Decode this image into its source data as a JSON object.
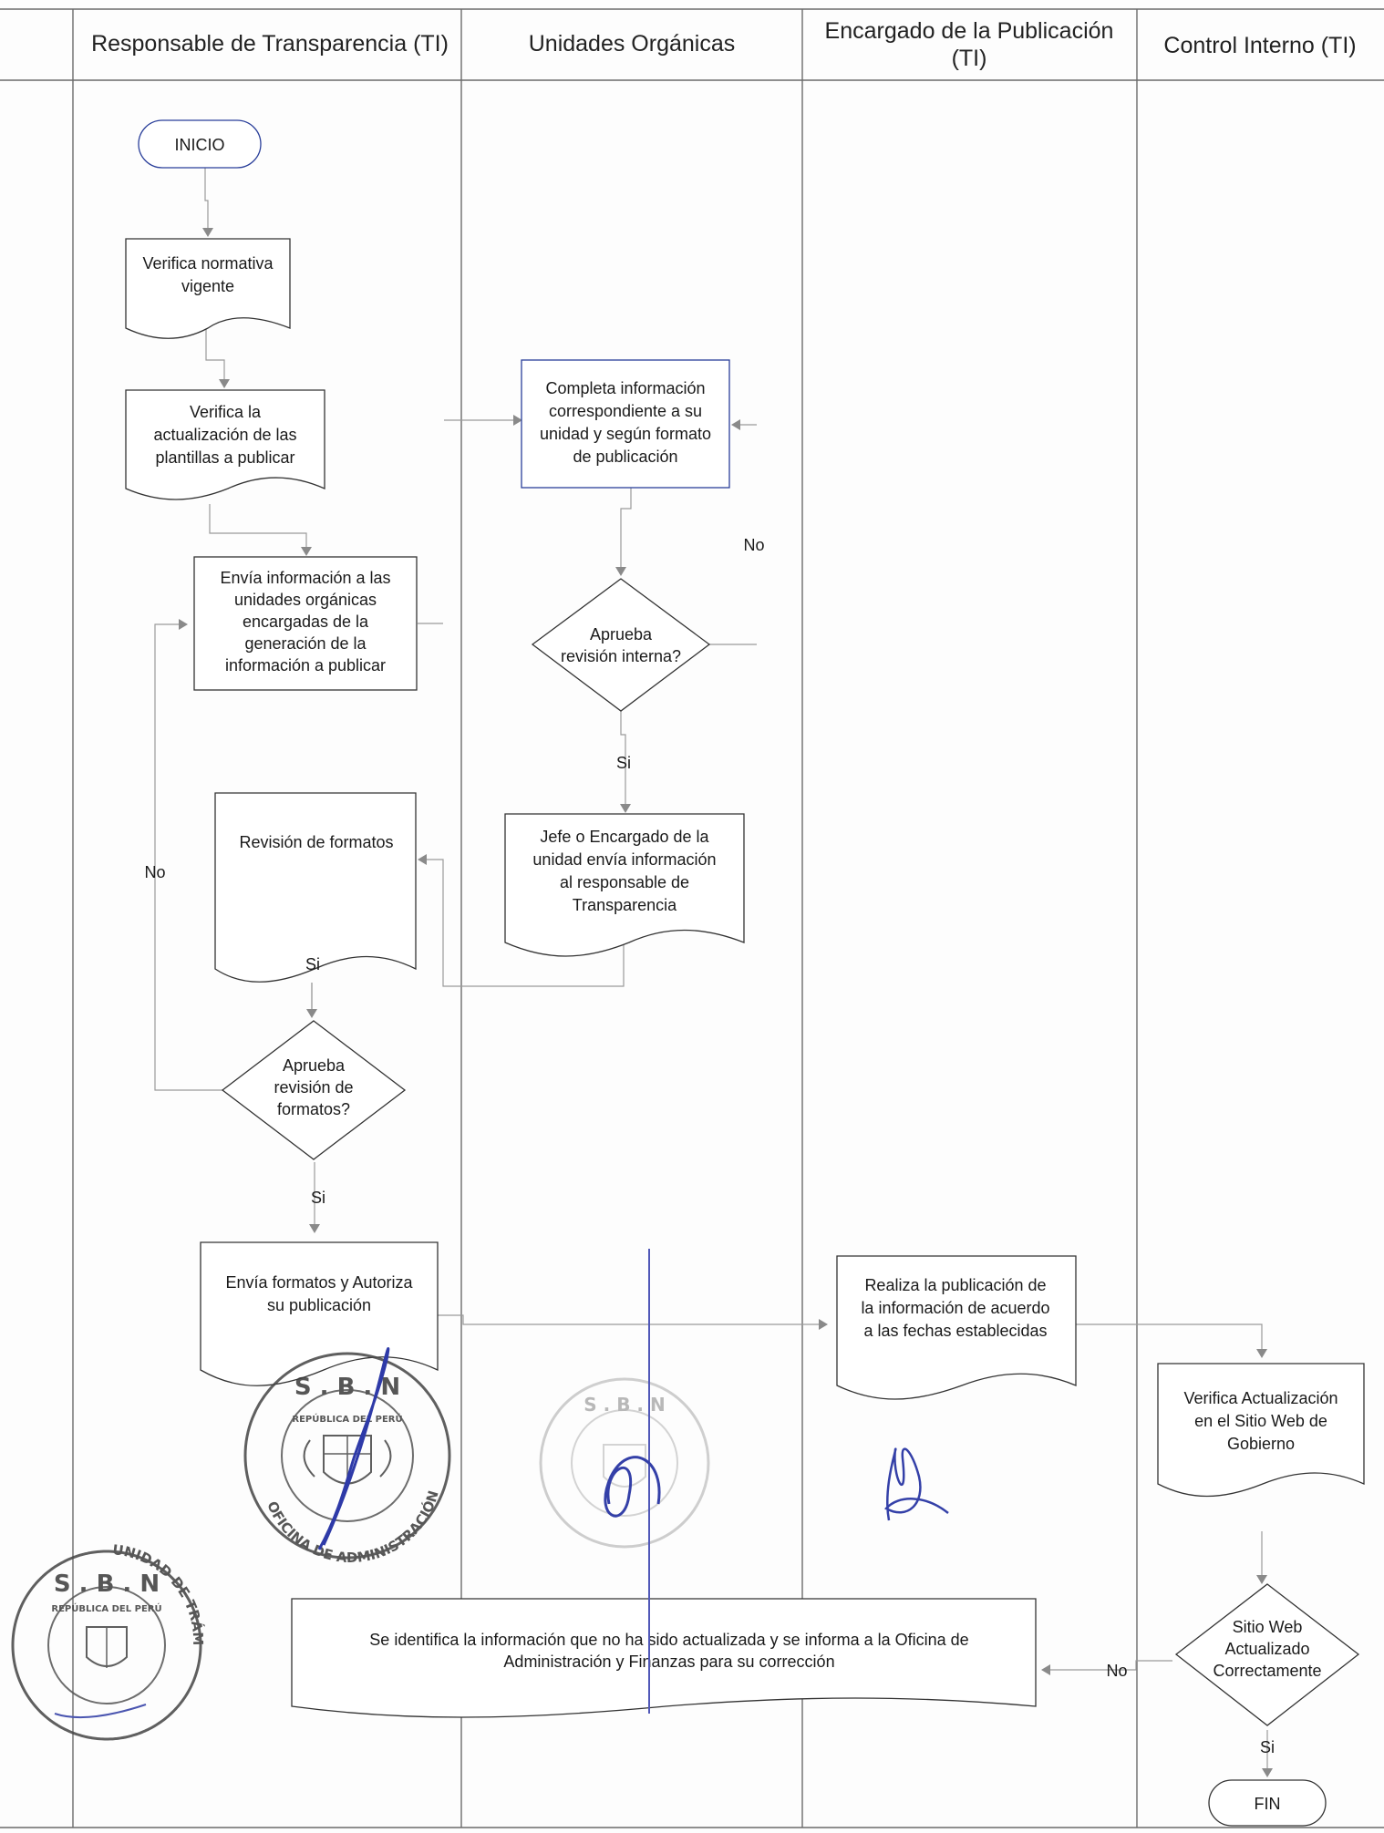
{
  "lanes": [
    "Responsable de Transparencia (TI)",
    "Unidades Orgánicas",
    "Encargado de la Publicación (TI)",
    "Control Interno (TI)"
  ],
  "nodes": {
    "inicio": "INICIO",
    "verifica_normativa": [
      "Verifica normativa",
      "vigente"
    ],
    "verifica_plantillas": [
      "Verifica la",
      "actualización de las",
      "plantillas a publicar"
    ],
    "envia_informacion": [
      "Envía información a las",
      "unidades orgánicas",
      "encargadas de la",
      "generación de la",
      "información a publicar"
    ],
    "completa_informacion": [
      "Completa información",
      "correspondiente a su",
      "unidad y según formato",
      "de publicación"
    ],
    "aprueba_revision_interna": [
      "Aprueba",
      "revisión interna?"
    ],
    "jefe_envia": [
      "Jefe o Encargado de la",
      "unidad envía información",
      "al responsable de",
      "Transparencia"
    ],
    "revision_formatos": "Revisión de formatos",
    "aprueba_formatos": [
      "Aprueba",
      "revisión de",
      "formatos?"
    ],
    "envia_formatos": [
      "Envía formatos y Autoriza",
      "su publicación"
    ],
    "realiza_publicacion": [
      "Realiza la publicación de",
      "la información de acuerdo",
      "a las fechas establecidas"
    ],
    "verifica_actualizacion": [
      "Verifica Actualización",
      "en el Sitio Web de",
      "Gobierno"
    ],
    "sitio_web": [
      "Sitio Web",
      "Actualizado",
      "Correctamente"
    ],
    "se_identifica": [
      "Se identifica la información que no ha sido actualizada y se informa a la Oficina de",
      "Administración y Finanzas para su corrección"
    ],
    "fin": "FIN"
  },
  "edge_labels": {
    "no_interna": "No",
    "si_interna": "Si",
    "no_formatos": "No",
    "si_revision": "Si",
    "si_formatos": "Si",
    "no_sitio": "No",
    "si_sitio": "Si"
  },
  "stamps": {
    "oaf_stamp": {
      "top": "S . B . N",
      "ring": "OFICINA DE ADMINISTRACIÓN Y FINANZAS",
      "inner": "REPÚBLICA DEL PERÚ"
    },
    "unidad_stamp": {
      "top": "S . B . N",
      "ring": "UNIDAD DE TRÁMITE DOCUMENTARIO",
      "inner": "REPÚBLICA DEL PERÚ"
    },
    "faded_stamp": {
      "top": "S . B . N"
    }
  }
}
